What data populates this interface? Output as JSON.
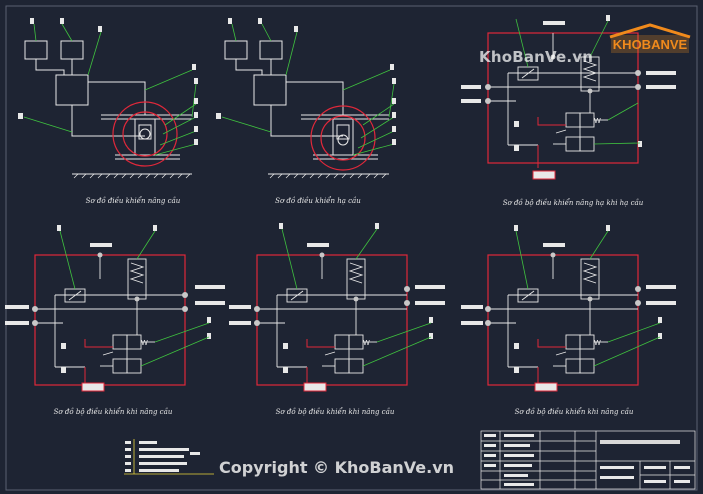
{
  "captions": {
    "top_left": "Sơ đồ điều khiển nâng cầu",
    "top_middle": "Sơ đồ điều khiển hạ cầu",
    "top_right": "Sơ đồ bộ điều khiển nâng hạ khi hạ cầu",
    "bottom_left": "Sơ đồ bộ điều khiển khi nâng cầu",
    "bottom_middle": "Sơ đồ bộ điều khiển khi nâng cầu",
    "bottom_right": "Sơ đồ bộ điều khiển khi nâng cầu"
  },
  "watermark": {
    "site": "KhoBanVe.vn",
    "logo": "KHOBANVE",
    "copyright": "Copyright © KhoBanVe.vn"
  },
  "colors": {
    "background": "#1e2433",
    "line": "#e8e8e8",
    "red": "#e0283a",
    "leader": "#3fc23f",
    "yellow": "#e8d43a",
    "logo_orange": "#f08a1c"
  }
}
